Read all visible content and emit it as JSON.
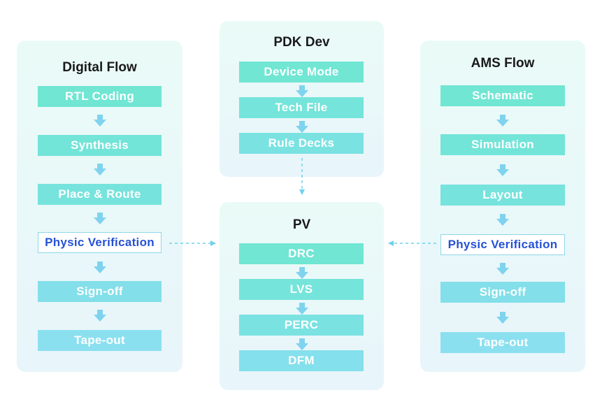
{
  "colors": {
    "step_top": "#6ee8d4",
    "step_bottom": "#8fe3f2",
    "arrow": "#7fd3ef",
    "highlight_text": "#2551d6",
    "connector": "#6fd0ee"
  },
  "digital_flow": {
    "title": "Digital Flow",
    "steps": [
      "RTL Coding",
      "Synthesis",
      "Place & Route",
      "Physic Verification",
      "Sign-off",
      "Tape-out"
    ]
  },
  "pdk_dev": {
    "title": "PDK Dev",
    "steps": [
      "Device Mode",
      "Tech File",
      "Rule Decks"
    ]
  },
  "pv": {
    "title": "PV",
    "steps": [
      "DRC",
      "LVS",
      "PERC",
      "DFM"
    ]
  },
  "ams_flow": {
    "title": "AMS Flow",
    "steps": [
      "Schematic",
      "Simulation",
      "Layout",
      "Physic Verification",
      "Sign-off",
      "Tape-out"
    ]
  }
}
